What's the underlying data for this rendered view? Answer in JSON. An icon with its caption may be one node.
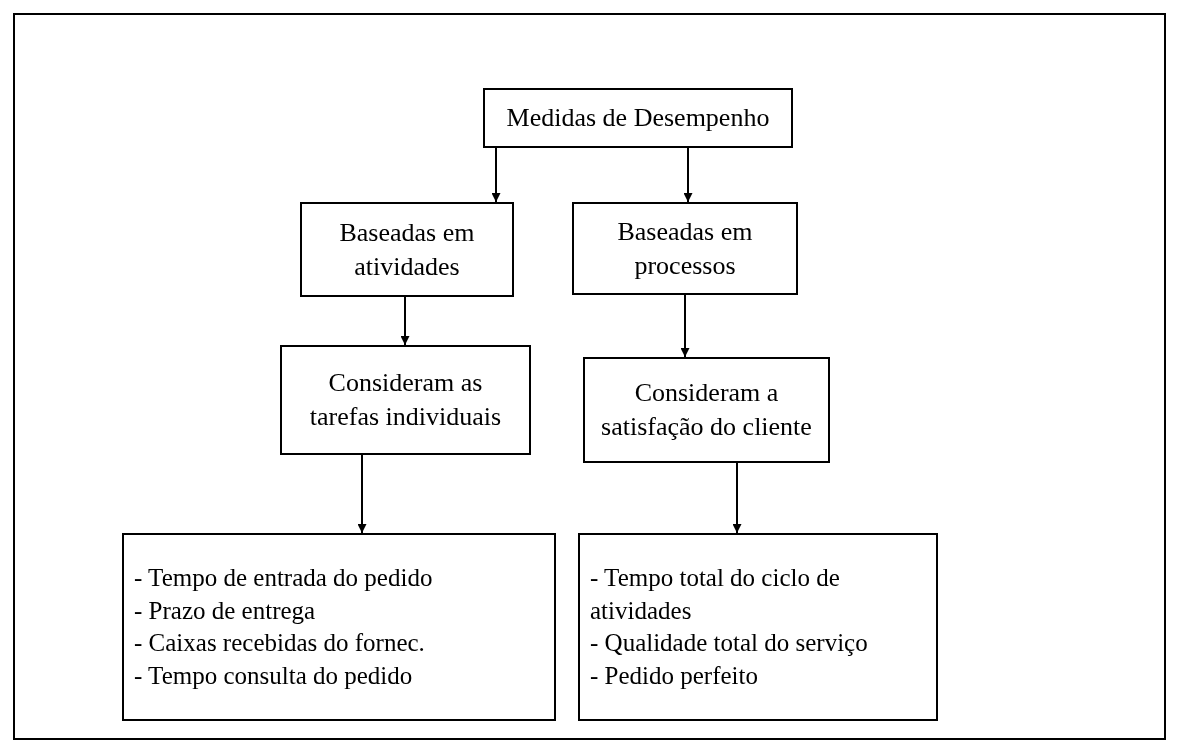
{
  "diagram": {
    "nodes": [
      {
        "text": [
          "Medidas de Desempenho"
        ]
      },
      {
        "text": [
          "Baseadas em atividades"
        ]
      },
      {
        "text": [
          "Baseadas em processos"
        ]
      },
      {
        "text": [
          "Consideram as tarefas individuais"
        ]
      },
      {
        "text": [
          "Consideram a satisfação do cliente"
        ]
      },
      {
        "text": [
          "- Tempo de entrada do pedido",
          "- Prazo de entrega",
          "- Caixas recebidas do fornec.",
          "- Tempo consulta do pedido"
        ]
      },
      {
        "text": [
          "- Tempo total do ciclo de atividades",
          "- Qualidade total do serviço",
          "- Pedido perfeito"
        ]
      }
    ],
    "edges": [
      {
        "from": 0,
        "to": 1,
        "arrow": "to"
      },
      {
        "from": 0,
        "to": 2,
        "arrow": "to"
      },
      {
        "from": 1,
        "to": 3,
        "arrow": "to"
      },
      {
        "from": 2,
        "to": 4,
        "arrow": "to"
      },
      {
        "from": 3,
        "to": 5,
        "arrow": "to"
      },
      {
        "from": 4,
        "to": 6,
        "arrow": "to"
      }
    ]
  }
}
